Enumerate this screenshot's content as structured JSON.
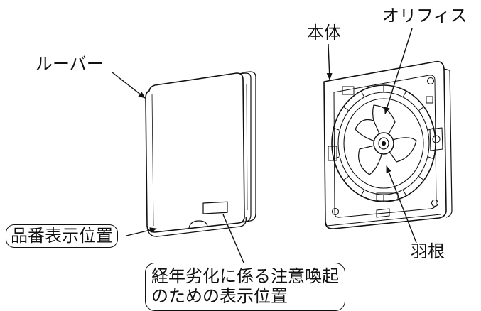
{
  "labels": {
    "louver": "ルーバー",
    "body": "本体",
    "orifice": "オリフィス",
    "product_number_position": "品番表示位置",
    "aging_notice_position_line1": "経年劣化に係る注意喚起",
    "aging_notice_position_line2": "のための表示位置",
    "fan_blade": "羽根"
  }
}
